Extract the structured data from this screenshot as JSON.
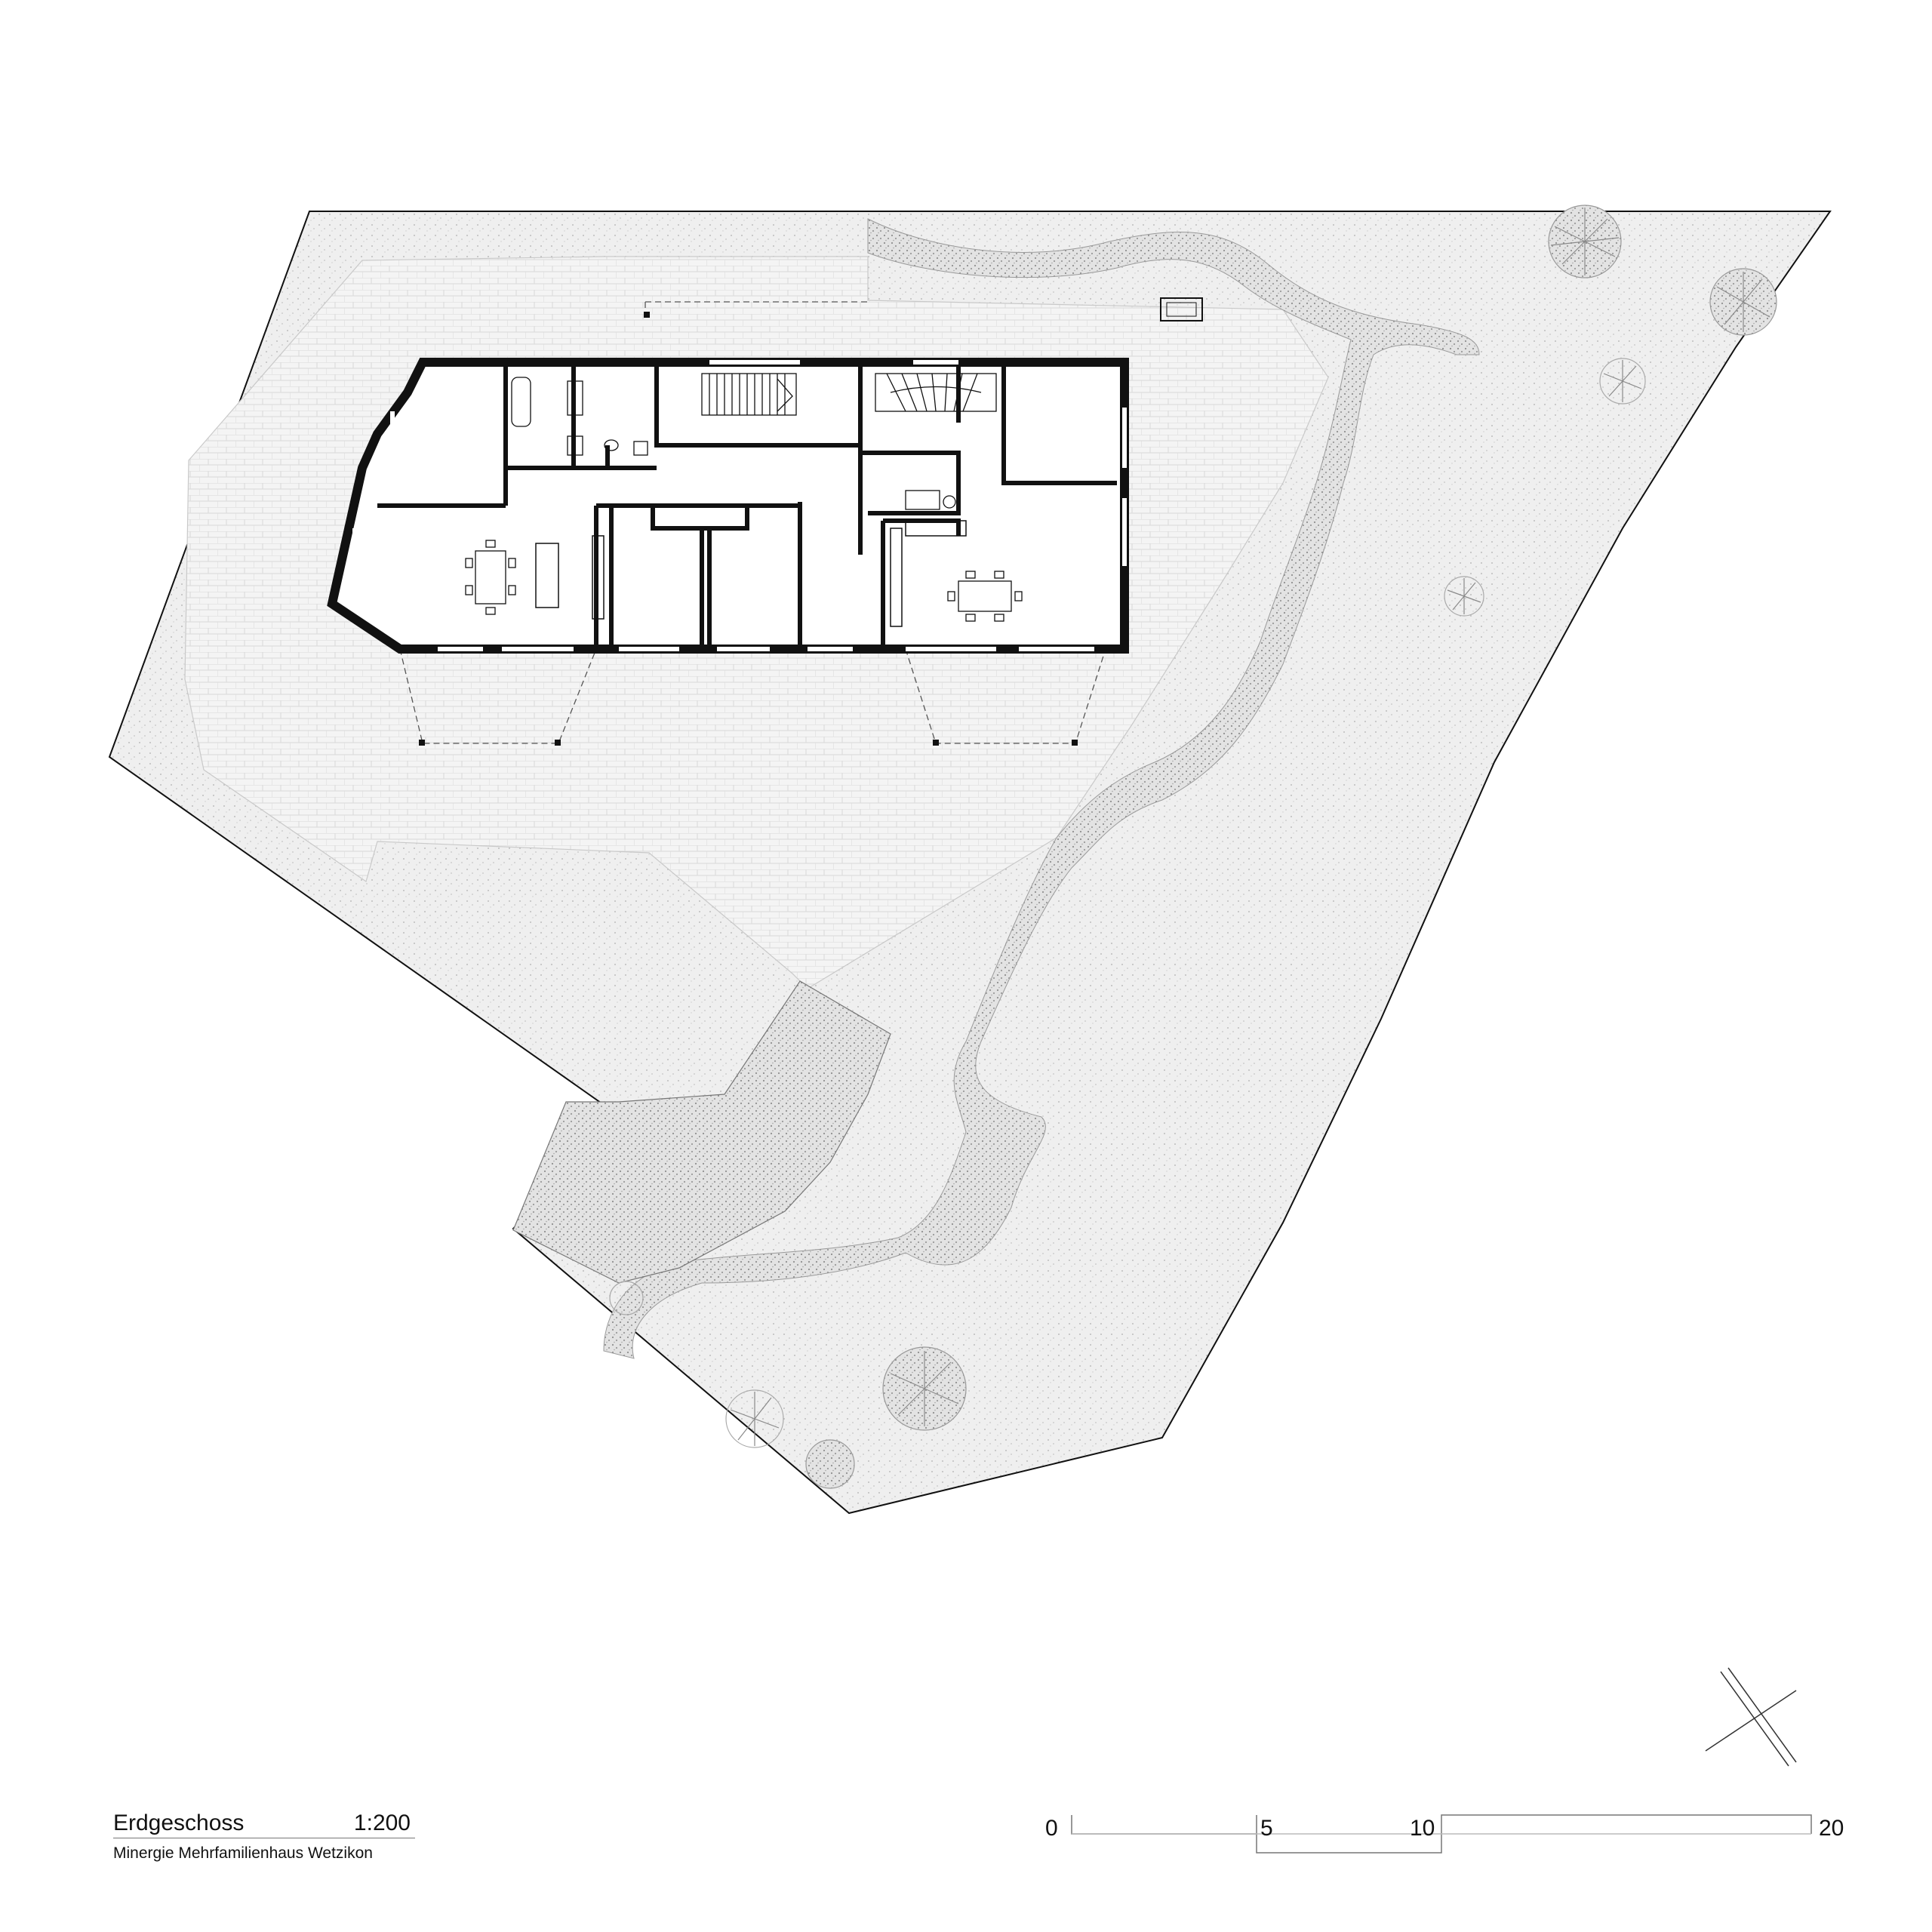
{
  "title_block": {
    "name": "Erdgeschoss",
    "scale": "1:200",
    "project": "Minergie Mehrfamilienhaus Wetzikon"
  },
  "scale_bar": {
    "labels": [
      "0",
      "5",
      "10",
      "20"
    ]
  },
  "colors": {
    "line": "#111111",
    "wall": "#111111",
    "ground": "#ececec",
    "path": "#d9d9d9",
    "gravel": "#cfcfcf",
    "tree": "#8a8a8a"
  },
  "icons": {
    "north": "north-arrow-icon",
    "tree": "tree-icon"
  }
}
